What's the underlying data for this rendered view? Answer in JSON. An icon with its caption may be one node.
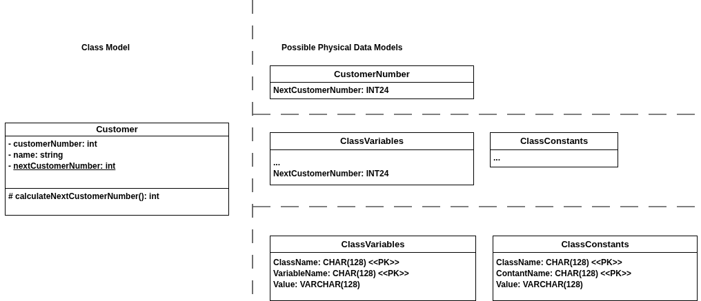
{
  "diagram": {
    "nodes": [
      {
        "text": [
          "Customer",
          "- customerNumber: int",
          "- name: string",
          "- nextCustomerNumber: int",
          "# calculateNextCustomerNumber(): int"
        ]
      },
      {
        "text": [
          "CustomerNumber",
          "NextCustomerNumber: INT24"
        ]
      },
      {
        "text": [
          "ClassVariables",
          "...",
          "NextCustomerNumber: INT24"
        ]
      },
      {
        "text": [
          "ClassConstants",
          "..."
        ]
      },
      {
        "text": [
          "ClassVariables",
          "ClassName: CHAR(128) <<PK>>",
          "VariableName: CHAR(128) <<PK>>",
          "Value: VARCHAR(128)"
        ]
      },
      {
        "text": [
          "ClassConstants",
          "ClassName: CHAR(128) <<PK>>",
          "ContantName: CHAR(128) <<PK>>",
          "Value: VARCHAR(128)"
        ]
      }
    ],
    "edges": [],
    "labels": [
      "Class Model",
      "Possible Physical Data Models"
    ]
  }
}
